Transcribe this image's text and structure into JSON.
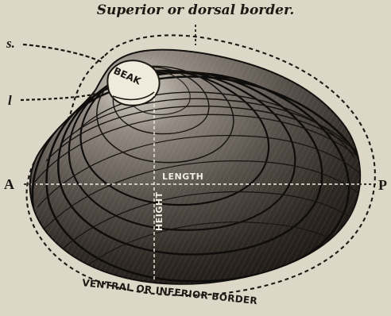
{
  "labels": {
    "top": "Superior or dorsal border.",
    "s": "s.",
    "l": "l",
    "a": "A",
    "p": "P",
    "beak": "BEAK",
    "length": "LENGTH",
    "height": "HEIGHT",
    "ventral": "VENTRAL OR INFERIOR BORDER"
  },
  "colors": {
    "paper": "#dcd7c6",
    "ink": "#1c1814",
    "shell_light": "#8e867d",
    "shell_dark": "#1f1a16"
  }
}
